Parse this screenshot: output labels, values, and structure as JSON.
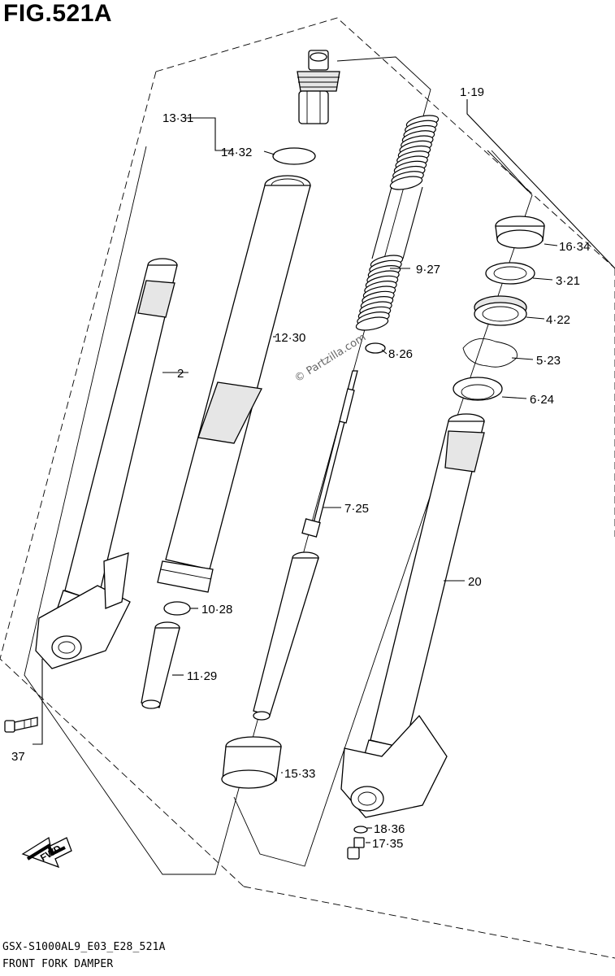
{
  "figure": {
    "title": "FIG.521A",
    "model_code": "GSX-S1000AL9_E03_E28_521A",
    "name": "FRONT FORK DAMPER"
  },
  "watermark": "© Partzilla.com",
  "direction_arrow": "FWD",
  "callouts": {
    "c1_19": "1·19",
    "c2": "2",
    "c3_21": "3·21",
    "c4_22": "4·22",
    "c5_23": "5·23",
    "c6_24": "6·24",
    "c7_25": "7·25",
    "c8_26": "8·26",
    "c9_27": "9·27",
    "c10_28": "10·28",
    "c11_29": "11·29",
    "c12_30": "12·30",
    "c13_31": "13·31",
    "c14_32": "14·32",
    "c15_33": "15·33",
    "c16_34": "16·34",
    "c17_35": "17·35",
    "c18_36": "18·36",
    "c20": "20",
    "c37": "37"
  },
  "colors": {
    "line": "#000000",
    "fill": "#ffffff",
    "shade": "#e6e6e6",
    "watermark": "#666666"
  }
}
